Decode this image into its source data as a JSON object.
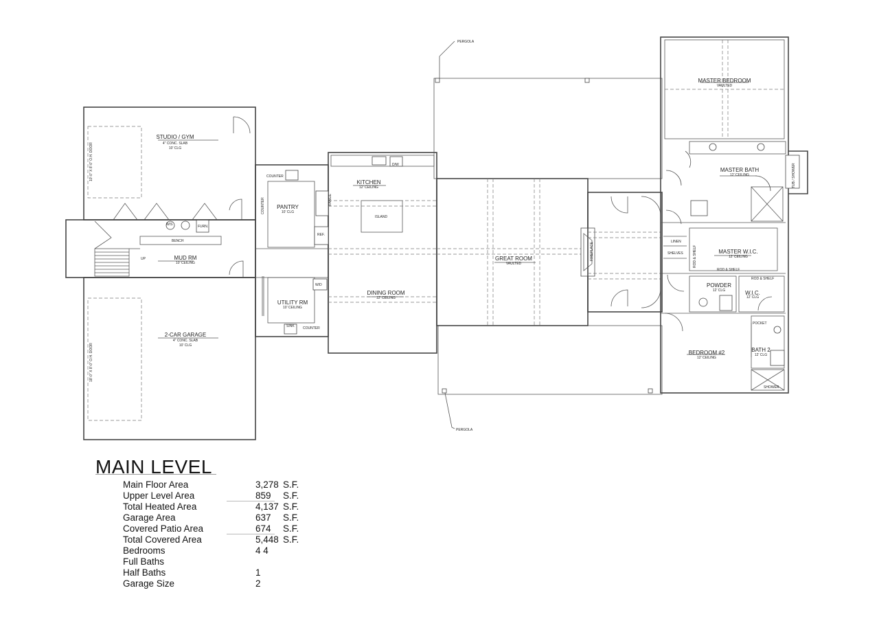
{
  "plan": {
    "rooms": {
      "studio": {
        "name": "STUDIO / GYM",
        "sub1": "4\" CONC. SLAB",
        "sub2": "10' CLG"
      },
      "garage": {
        "name": "2-CAR GARAGE",
        "sub1": "4\" CONC. SLAB",
        "sub2": "10' CLG"
      },
      "mud": {
        "name": "MUD RM",
        "sub1": "10' CEILING"
      },
      "pantry": {
        "name": "PANTRY",
        "sub1": "10' CLG"
      },
      "utility": {
        "name": "UTILITY RM",
        "sub1": "10' CEILING"
      },
      "kitchen": {
        "name": "KITCHEN",
        "sub1": "12' CEILING"
      },
      "dining": {
        "name": "DINING ROOM",
        "sub1": "12' CEILING"
      },
      "great": {
        "name": "GREAT ROOM",
        "sub1": "VAULTED"
      },
      "master_bed": {
        "name": "MASTER BEDROOM",
        "sub1": "VAULTED"
      },
      "master_bath": {
        "name": "MASTER BATH",
        "sub1": "12' CEILING"
      },
      "master_wic": {
        "name": "MASTER W.I.C.",
        "sub1": "12' CEILING"
      },
      "powder": {
        "name": "POWDER",
        "sub1": "12' CLG"
      },
      "wic": {
        "name": "W.I.C.",
        "sub1": "12' CLG"
      },
      "bedroom2": {
        "name": "BEDROOM #2",
        "sub1": "12' CEILING"
      },
      "bath2": {
        "name": "BATH 2",
        "sub1": "12' CLG"
      }
    },
    "labels": {
      "pergola_top": "PERGOLA",
      "pergola_bottom": "PERGOLA",
      "counter_pantry_top": "COUNTER",
      "counter_pantry_side": "COUNTER",
      "counter_utility": "COUNTER",
      "island": "ISLAND",
      "fireplace": "FIREPLACE",
      "bench": "BENCH",
      "up": "UP",
      "ref": "REF.",
      "dw": "D/W",
      "range": "RANGE",
      "wd": "W/D",
      "ws": "W/S",
      "furn": "FURN.",
      "sink": "SINK",
      "linen": "LINEN",
      "shelves": "SHELVES",
      "rod_shelf_1": "ROD & SHELF",
      "rod_shelf_2": "ROD & SHELF",
      "rod_shelf_3": "ROD & SHELF",
      "tub_shower": "TUB / SHOWER",
      "shower": "SHOWER",
      "pocket": "POCKET",
      "studio_door": "10'-0\" X 8'-0\" O.H. DOOR",
      "garage_door": "18'-0\" X 8'-0\" O.H. DOOR"
    }
  },
  "summary": {
    "title": "MAIN LEVEL",
    "rows": [
      {
        "label": "Main Floor Area",
        "value": "3,278",
        "unit": "S.F."
      },
      {
        "label": "Upper Level Area",
        "value": "859",
        "unit": "S.F."
      },
      {
        "label": "Total Heated Area",
        "value": "4,137",
        "unit": "S.F."
      },
      {
        "label": "Garage Area",
        "value": "637",
        "unit": "S.F."
      },
      {
        "label": "Covered Patio Area",
        "value": "674",
        "unit": "S.F."
      },
      {
        "label": "Total Covered Area",
        "value": "5,448",
        "unit": "S.F."
      },
      {
        "label": "Bedrooms",
        "value": "4 4",
        "unit": ""
      },
      {
        "label": "Full Baths",
        "value": "",
        "unit": ""
      },
      {
        "label": "Half Baths",
        "value": "1",
        "unit": ""
      },
      {
        "label": "Garage Size",
        "value": "2",
        "unit": ""
      }
    ]
  }
}
